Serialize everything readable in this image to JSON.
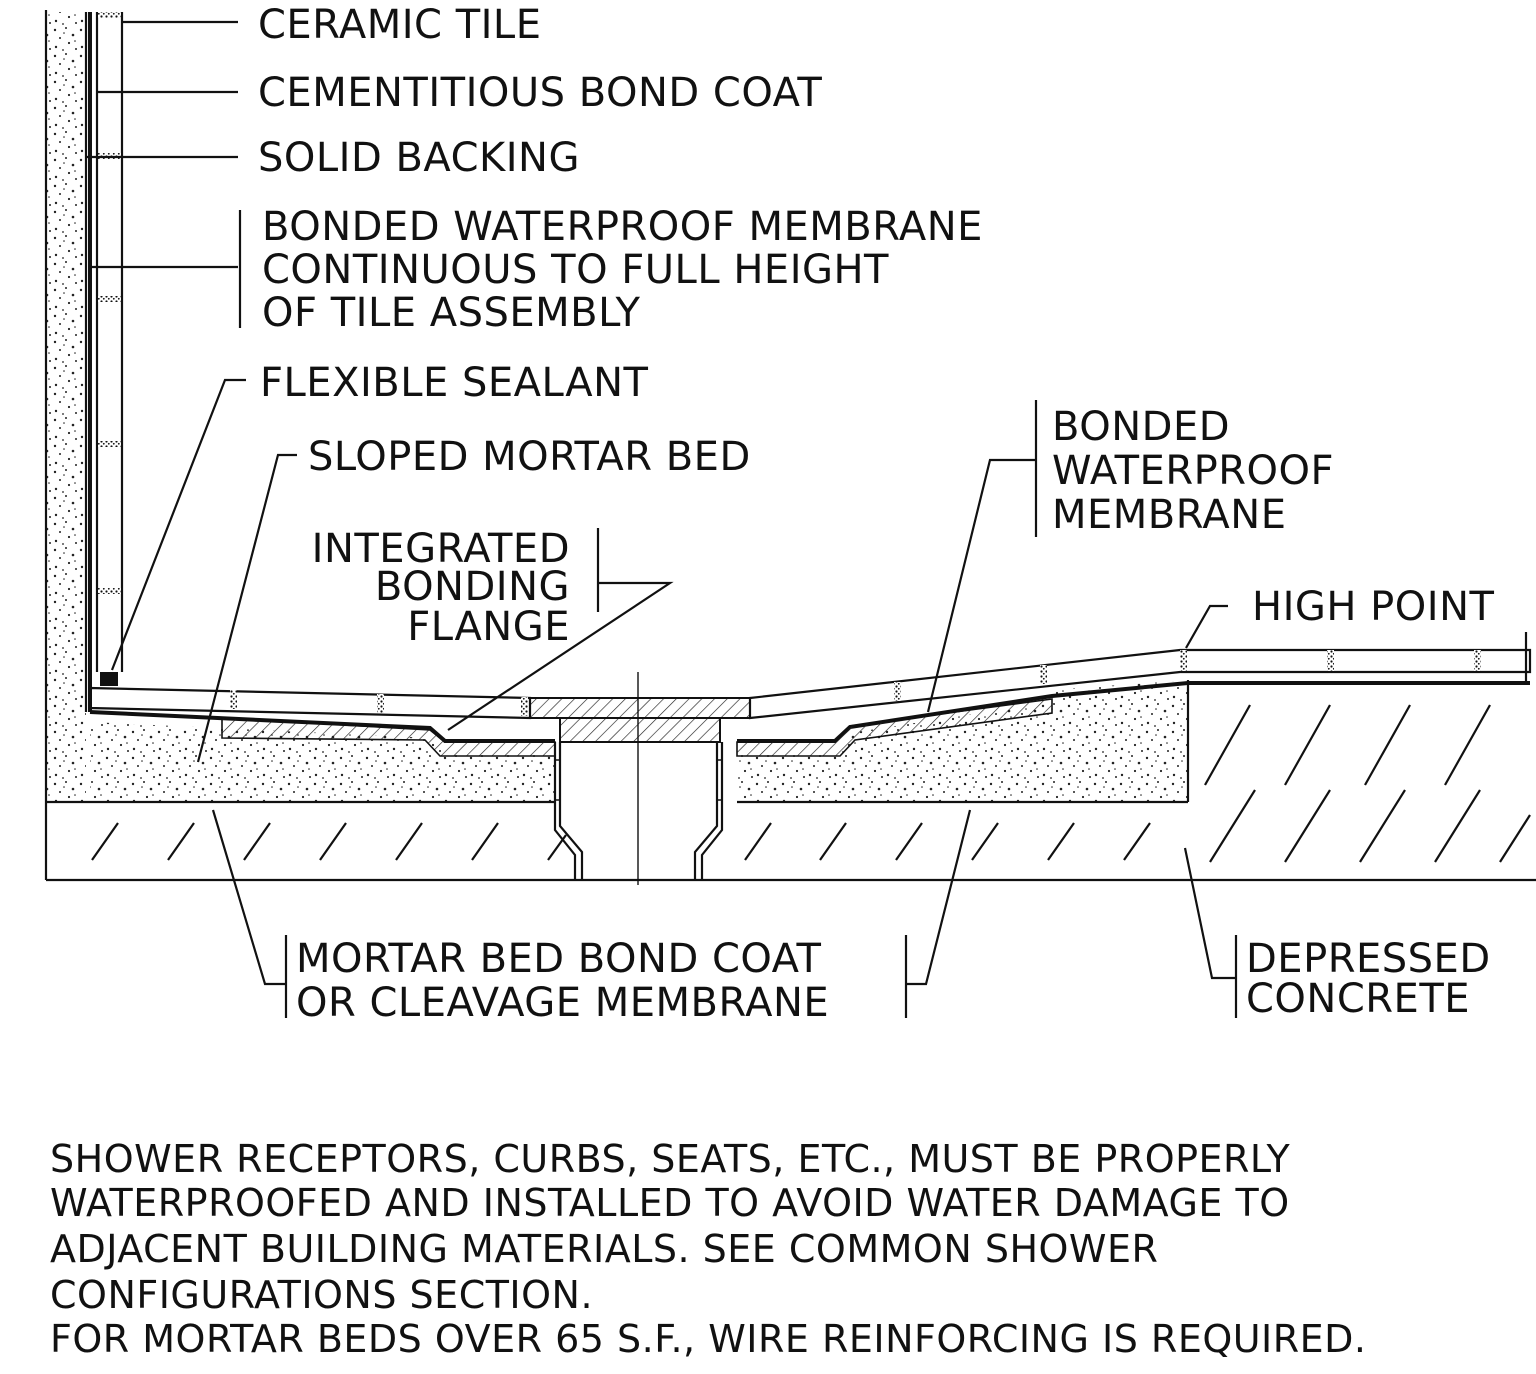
{
  "labels": {
    "ceramic_tile": "CERAMIC TILE",
    "cementitious_bond_coat": "CEMENTITIOUS BOND COAT",
    "solid_backing": "SOLID BACKING",
    "wall_membrane": [
      "BONDED WATERPROOF MEMBRANE",
      "CONTINUOUS TO FULL HEIGHT",
      "OF TILE ASSEMBLY"
    ],
    "flexible_sealant": "FLEXIBLE SEALANT",
    "sloped_mortar_bed": "SLOPED MORTAR BED",
    "integrated_bonding_flange": [
      "INTEGRATED",
      "BONDING",
      "FLANGE"
    ],
    "floor_membrane": [
      "BONDED",
      "WATERPROOF",
      "MEMBRANE"
    ],
    "high_point": "HIGH POINT",
    "mortar_bed_bond_coat": [
      "MORTAR BED BOND COAT",
      "OR CLEAVAGE MEMBRANE"
    ],
    "depressed_concrete": [
      "DEPRESSED",
      "CONCRETE"
    ]
  },
  "notes": [
    "SHOWER RECEPTORS, CURBS, SEATS, ETC., MUST BE PROPERLY",
    "WATERPROOFED AND INSTALLED TO AVOID WATER DAMAGE TO",
    "ADJACENT BUILDING MATERIALS.  SEE COMMON SHOWER",
    "CONFIGURATIONS SECTION.",
    "FOR MORTAR BEDS OVER 65 S.F., WIRE REINFORCING IS REQUIRED."
  ]
}
